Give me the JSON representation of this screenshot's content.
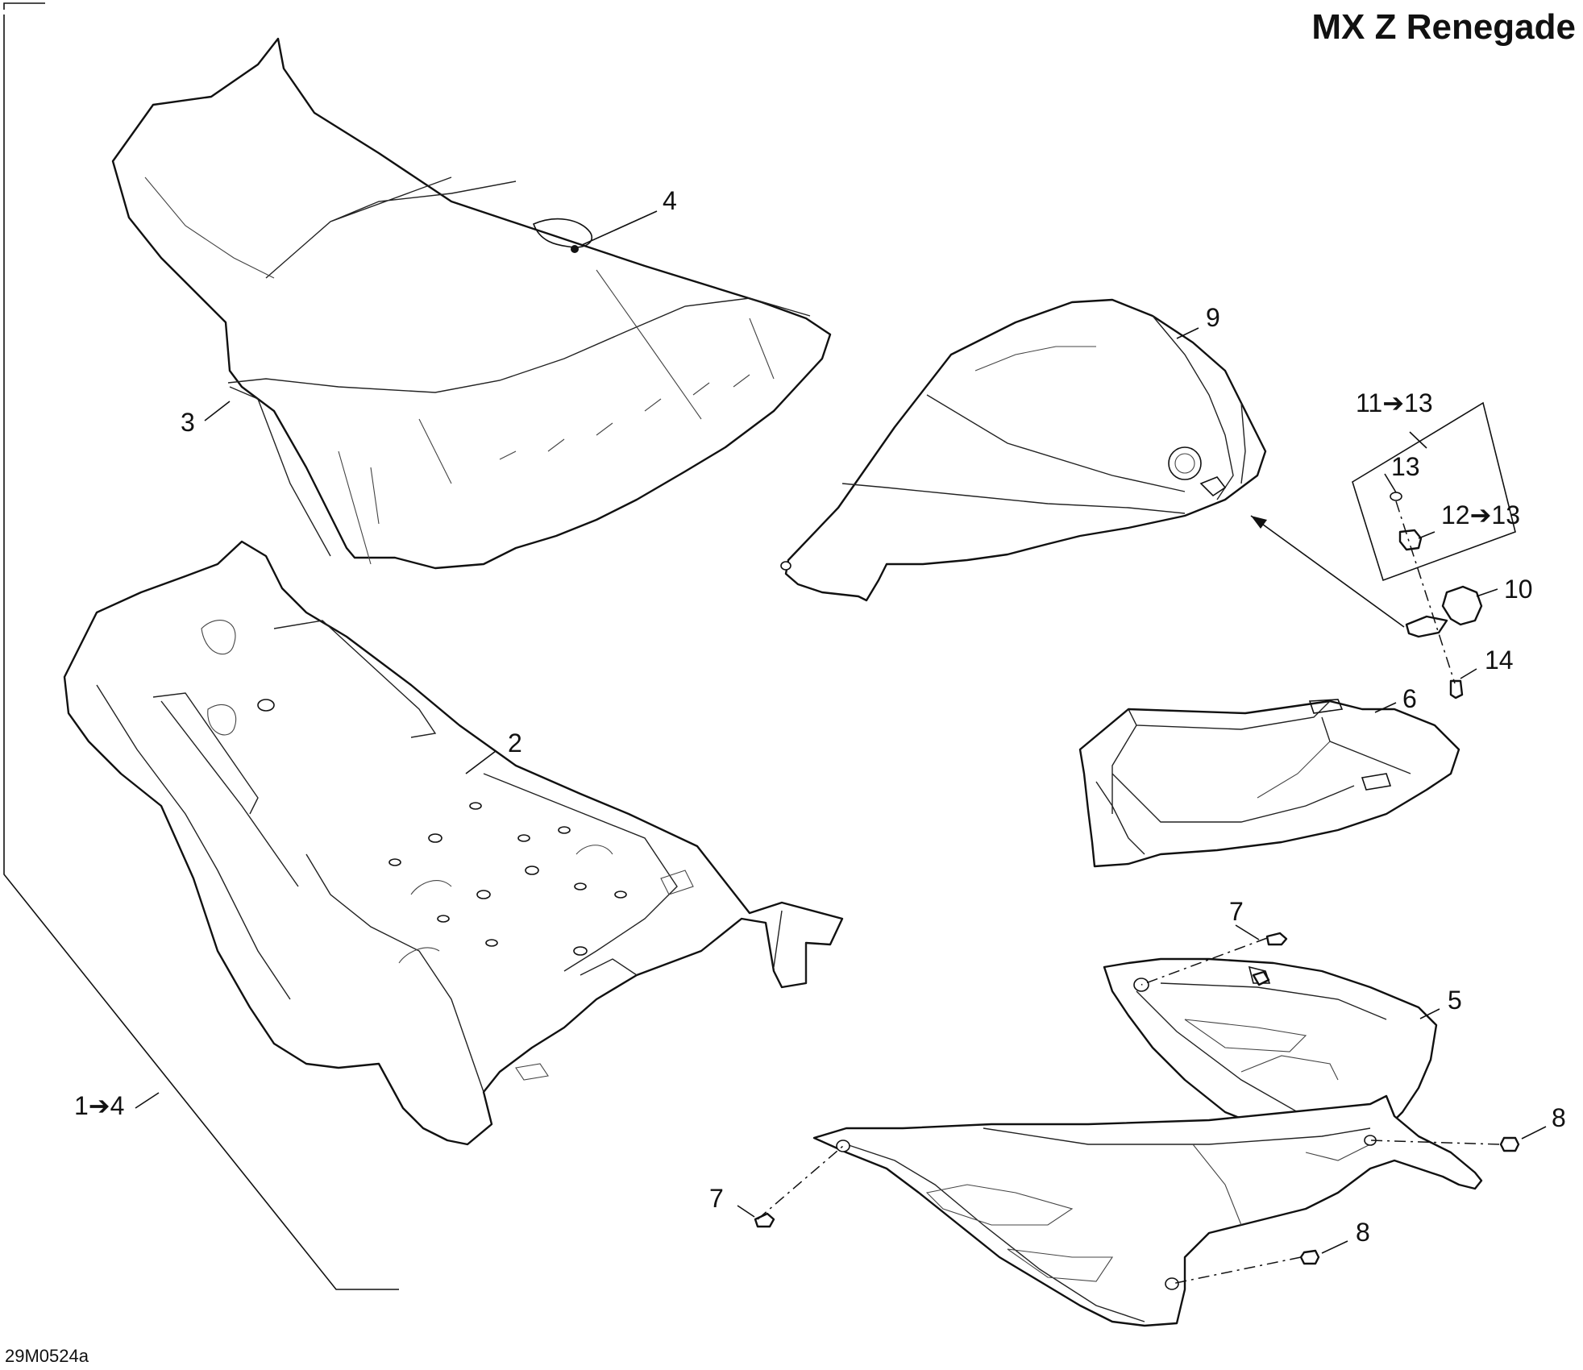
{
  "title": "MX Z Renegade",
  "figure_code": "29M0524a",
  "callouts": {
    "c1to4": "1➔4",
    "c2": "2",
    "c3": "3",
    "c4": "4",
    "c5": "5",
    "c6": "6",
    "c7a": "7",
    "c7b": "7",
    "c8a": "8",
    "c8b": "8",
    "c9": "9",
    "c10": "10",
    "c11to13": "11➔13",
    "c12to13": "12➔13",
    "c13": "13",
    "c14": "14"
  }
}
